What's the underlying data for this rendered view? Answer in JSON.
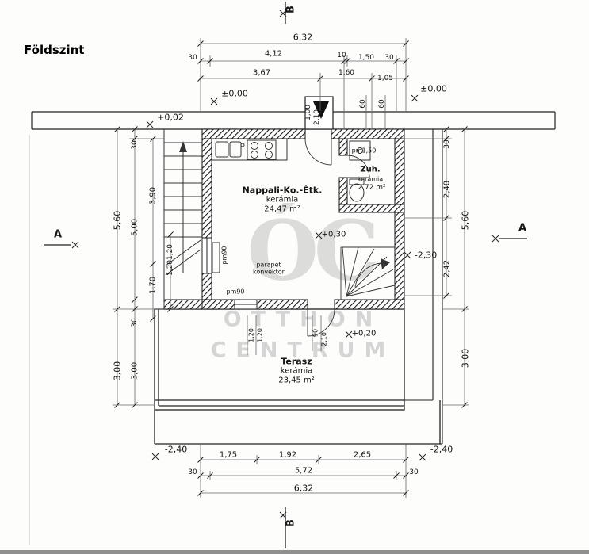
{
  "title": "Földszint",
  "watermark": {
    "logo": "ÓC",
    "line1": "OTTHON",
    "line2": "CENTRUM"
  },
  "section_marks": {
    "a": "A",
    "b": "B"
  },
  "rooms": {
    "living": {
      "name": "Nappali-Ko.-Étk.",
      "material": "kerámia",
      "area": "24,47 m²"
    },
    "shower": {
      "name": "Zuh.",
      "material": "kerámia",
      "area": "2,72 m²"
    },
    "terrace": {
      "name": "Terasz",
      "material": "kerámia",
      "area": "23,45 m²"
    }
  },
  "elevations": {
    "zero": "±0,00",
    "plus_002": "+0,02",
    "plus_030": "+0,30",
    "plus_020": "+0,20",
    "minus_230": "-2,30",
    "minus_240": "-2,40"
  },
  "annotations": {
    "parapet_window_left": "pm90",
    "parapet_window_bottom": "pm90",
    "parapet_window_bath": "pm1,50",
    "heater_line1": "parapet",
    "heater_line2": "konvektor"
  },
  "dimensions": {
    "top_total": "6,32",
    "top_row2": [
      "30",
      "4,12",
      "10",
      "1,50",
      "30"
    ],
    "top_row3": [
      "3,67",
      "1,60",
      "1,05"
    ],
    "entrance": [
      "1,00",
      "2,10"
    ],
    "bath_top": [
      "60",
      "60"
    ],
    "left_outer": [
      "5,60",
      "3,00"
    ],
    "left_mid": [
      "30",
      "5,00",
      "30",
      "3,00"
    ],
    "left_inner": [
      "3,90",
      "1,70"
    ],
    "left_window": [
      "1,20",
      "1,20"
    ],
    "right_inner": [
      "30",
      "2,48",
      "2,42"
    ],
    "right_outer": [
      "5,60",
      "3,00"
    ],
    "terrace_door_left": [
      "1,20",
      "1,20"
    ],
    "terrace_door_right": [
      "90",
      "2,10"
    ],
    "bottom_row1": [
      "1,75",
      "1,92",
      "2,65"
    ],
    "bottom_row2": [
      "30",
      "5,72",
      "30"
    ],
    "bottom_total": "6,32"
  }
}
